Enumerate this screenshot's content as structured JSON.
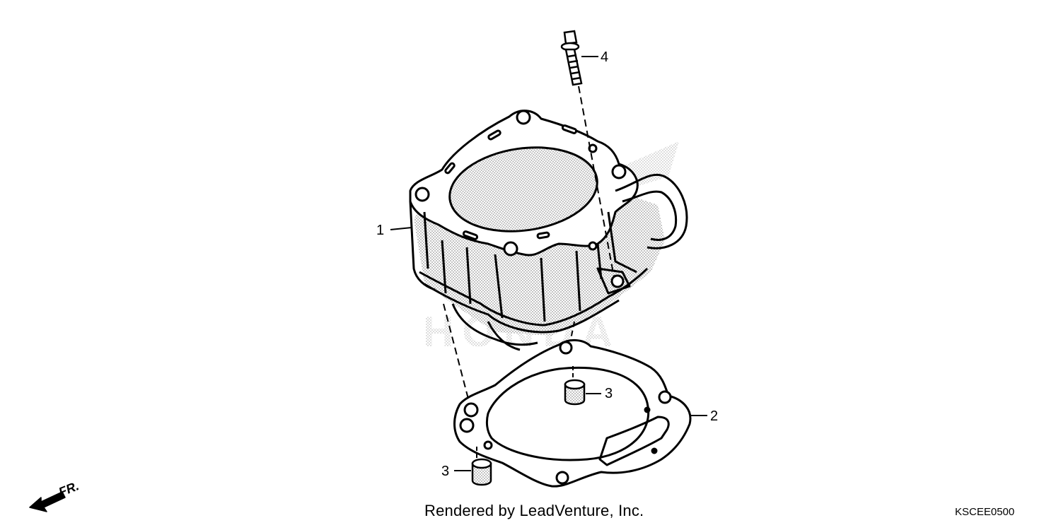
{
  "callouts": {
    "part1": "1",
    "part2": "2",
    "part3_upper": "3",
    "part3_lower": "3",
    "part4": "4"
  },
  "front_marker": {
    "label": "FR.",
    "icon": "front-arrow-icon"
  },
  "watermark": {
    "text": "HONDA"
  },
  "footer": {
    "credit": "Rendered by LeadVenture, Inc.",
    "diagram_code": "KSCEE0500"
  }
}
